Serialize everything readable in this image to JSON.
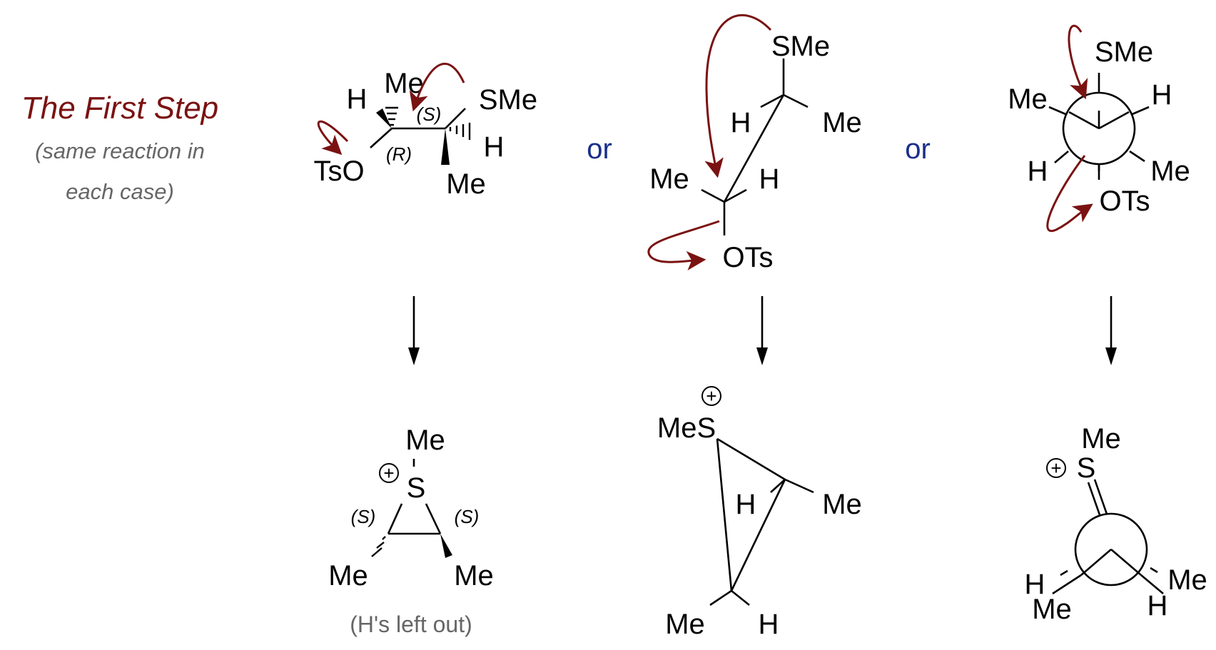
{
  "title": "The First Step",
  "subtitle_line1": "(same reaction in",
  "subtitle_line2": "each case)",
  "or_label": "or",
  "note": "(H's left out)",
  "labels": {
    "me": "Me",
    "h": "H",
    "sme": "SMe",
    "otS": "OTs",
    "tso": "TsO",
    "s": "S",
    "mes": "MeS",
    "plus": "+",
    "r_config": "(R)",
    "s_config": "(S)"
  }
}
